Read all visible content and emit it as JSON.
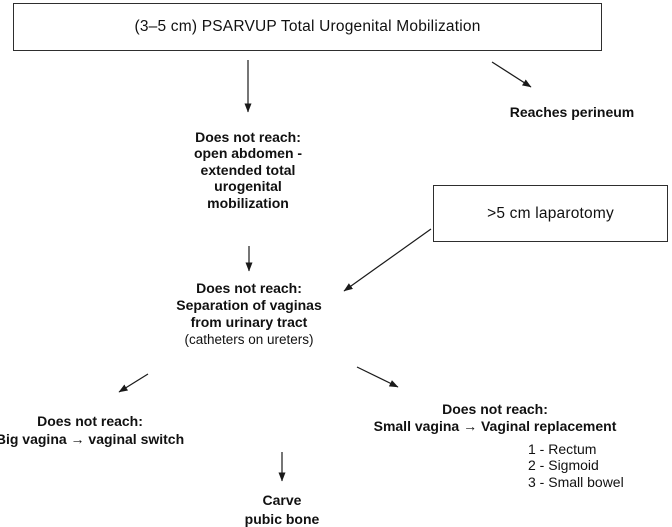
{
  "nodes": {
    "title": "(3–5 cm) PSARVUP Total Urogenital Mobilization",
    "reaches_perineum": "Reaches perineum",
    "open_abdomen": {
      "lines": [
        "Does not reach:",
        "open abdomen -",
        "extended total",
        "urogenital",
        "mobilization"
      ]
    },
    "laparotomy": ">5 cm laparotomy",
    "separation": {
      "lines": [
        "Does not reach:",
        "Separation of vaginas",
        "from urinary tract"
      ],
      "note": "(catheters on ureters)"
    },
    "big_vagina": {
      "lines": [
        "Does not reach:",
        "Big vagina → vaginal switch"
      ]
    },
    "small_vagina": {
      "lines": [
        "Does not reach:",
        "Small vagina → Vaginal replacement"
      ],
      "options": [
        "1 - Rectum",
        "2 - Sigmoid",
        "3 - Small bowel"
      ]
    },
    "carve": {
      "lines": [
        "Carve",
        "pubic bone"
      ]
    }
  },
  "colors": {
    "background": "#ffffff",
    "text": "#111111",
    "line": "#1a1a1a",
    "box_border": "#2e2e2e"
  }
}
